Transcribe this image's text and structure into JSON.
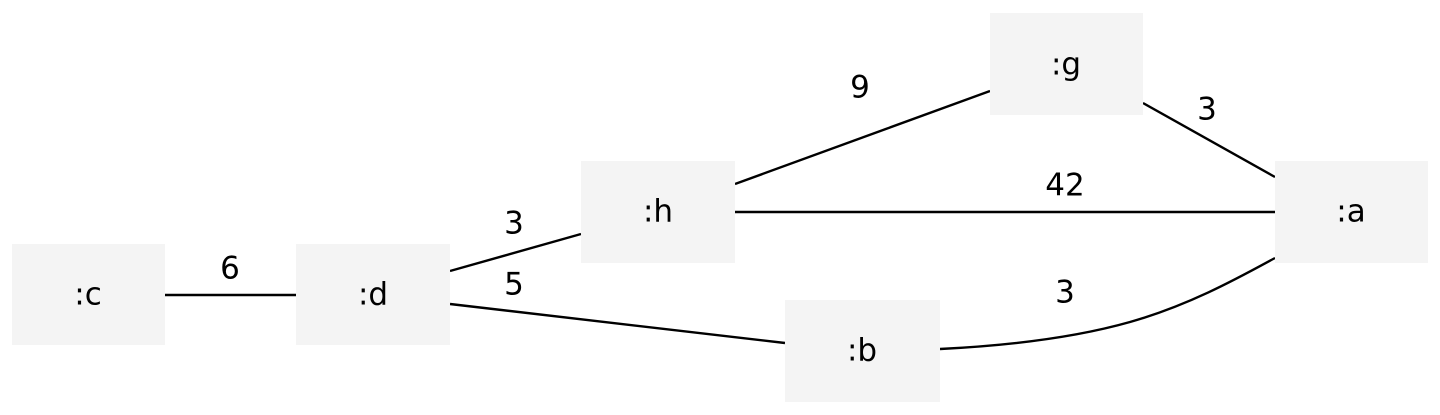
{
  "colors": {
    "node_fill": "#f4f4f4",
    "edge_stroke": "#000000",
    "text": "#000000",
    "background": "#ffffff"
  },
  "nodes": [
    {
      "id": "c",
      "label": ":c"
    },
    {
      "id": "d",
      "label": ":d"
    },
    {
      "id": "h",
      "label": ":h"
    },
    {
      "id": "b",
      "label": ":b"
    },
    {
      "id": "g",
      "label": ":g"
    },
    {
      "id": "a",
      "label": ":a"
    }
  ],
  "edges": [
    {
      "from": "c",
      "to": "d",
      "weight": "6"
    },
    {
      "from": "d",
      "to": "h",
      "weight": "3"
    },
    {
      "from": "d",
      "to": "b",
      "weight": "5"
    },
    {
      "from": "h",
      "to": "g",
      "weight": "9"
    },
    {
      "from": "h",
      "to": "a",
      "weight": "42"
    },
    {
      "from": "g",
      "to": "a",
      "weight": "3"
    },
    {
      "from": "b",
      "to": "a",
      "weight": "3"
    }
  ]
}
